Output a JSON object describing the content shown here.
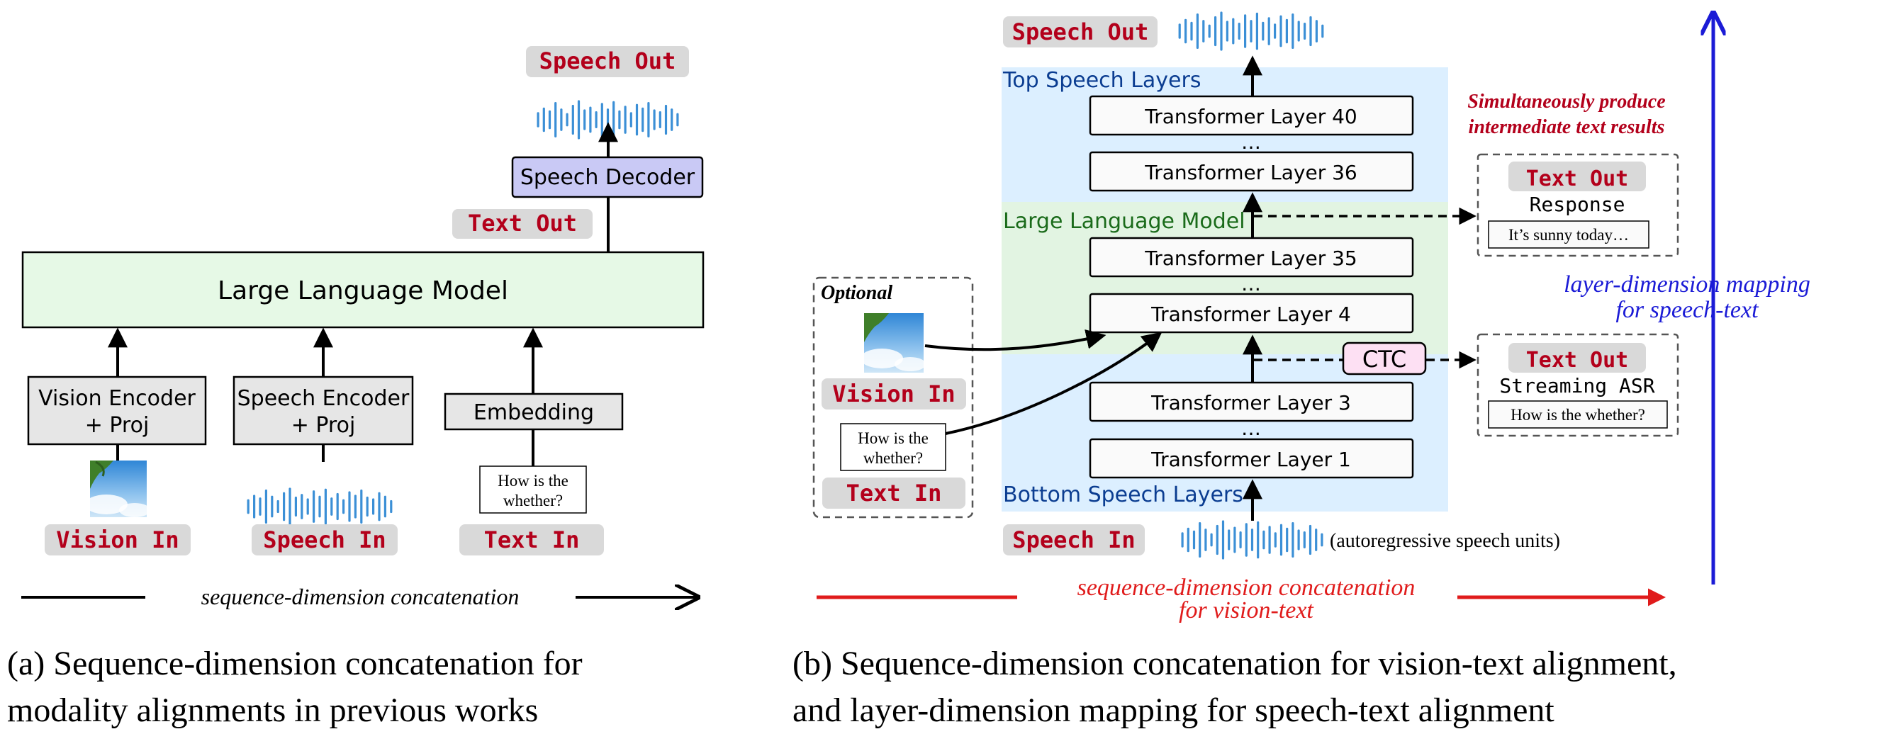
{
  "panel_a": {
    "speech_out_label": "Speech Out",
    "speech_decoder": "Speech Decoder",
    "text_out_label": "Text Out",
    "llm": "Large Language Model",
    "vision_encoder_line1": "Vision Encoder",
    "vision_encoder_line2": "+ Proj",
    "speech_encoder_line1": "Speech Encoder",
    "speech_encoder_line2": "+ Proj",
    "embedding": "Embedding",
    "text_prompt_line1": "How is the",
    "text_prompt_line2": "whether?",
    "vision_in_label": "Vision In",
    "speech_in_label": "Speech In",
    "text_in_label": "Text In",
    "axis_label": "sequence-dimension concatenation",
    "caption_line1": "(a) Sequence-dimension concatenation for",
    "caption_line2": "modality alignments in previous works"
  },
  "panel_b": {
    "speech_out_label": "Speech Out",
    "top_speech_layers": "Top Speech Layers",
    "llm_region": "Large Language Model",
    "bottom_speech_layers": "Bottom Speech Layers",
    "layers": {
      "l40": "Transformer Layer 40",
      "l36": "Transformer Layer 36",
      "l35": "Transformer Layer 35",
      "l4": "Transformer Layer 4",
      "l3": "Transformer Layer 3",
      "l1": "Transformer Layer 1"
    },
    "ellipsis": "…",
    "ctc": "CTC",
    "simultaneous_line1": "Simultaneously produce",
    "simultaneous_line2": "intermediate text results",
    "text_out_label_1": "Text Out",
    "response_label": "Response",
    "response_text": "It’s sunny today…",
    "text_out_label_2": "Text Out",
    "streaming_asr_label": "Streaming ASR",
    "asr_text": "How is the whether?",
    "optional_label": "Optional",
    "vision_in_label": "Vision In",
    "text_prompt_line1": "How is the",
    "text_prompt_line2": "whether?",
    "text_in_label": "Text In",
    "speech_in_label": "Speech In",
    "speech_units_note": "(autoregressive speech units)",
    "layer_mapping_line1": "layer-dimension mapping",
    "layer_mapping_line2": "for speech-text",
    "seq_concat_line1": "sequence-dimension concatenation",
    "seq_concat_line2": "for vision-text",
    "caption_line1": "(b) Sequence-dimension concatenation for vision-text alignment,",
    "caption_line2": "and layer-dimension mapping for speech-text alignment"
  },
  "colors": {
    "label_red": "#b3001b",
    "label_bg": "#d9d9d9",
    "llm_green": "#e6f9e6",
    "decoder_purple": "#c9c9f5",
    "speech_region_blue": "#dcefff",
    "llm_region_green": "#e2f4e2",
    "ctc_pink": "#fde0f3",
    "navy_text": "#0b3d91",
    "green_text": "#1a6b1a",
    "waveform_blue": "#3b8fd6",
    "red_arrow": "#e01b1b",
    "blue_arrow": "#1b1bd6"
  }
}
